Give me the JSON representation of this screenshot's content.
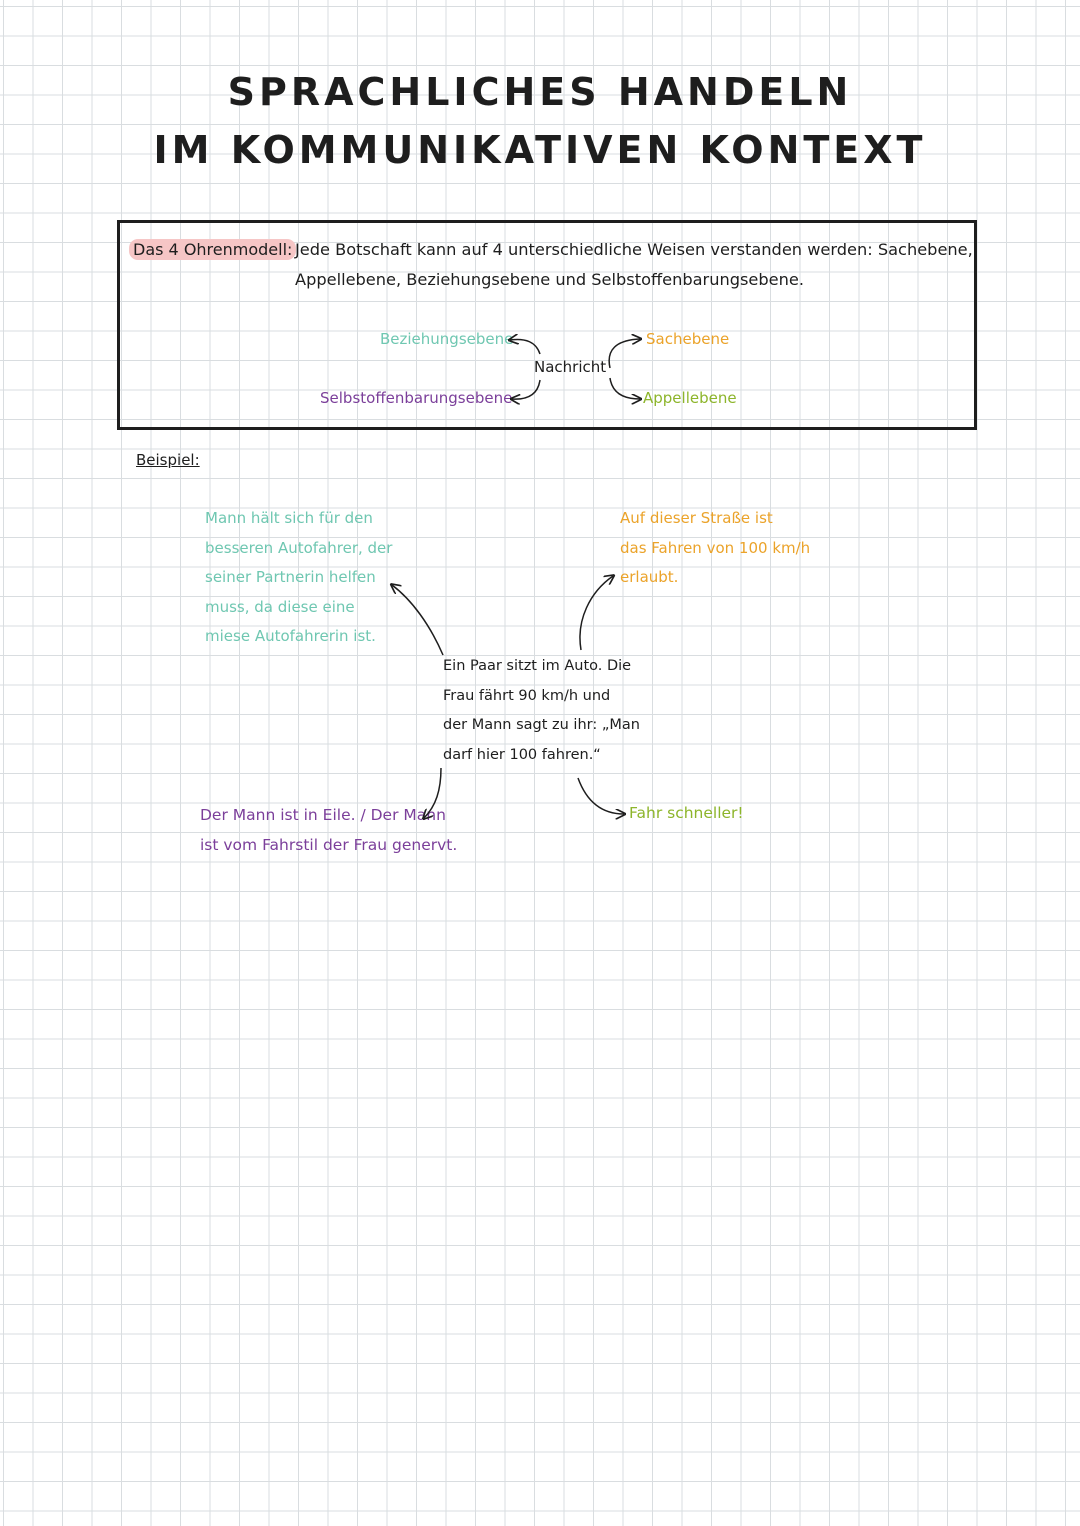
{
  "title": {
    "line1": "SPRACHLICHES HANDELN",
    "line2": "IM KOMMUNIKATIVEN KONTEXT"
  },
  "definition": {
    "term": "Das 4 Ohrenmodell:",
    "text_line1": "Jede Botschaft kann auf 4 unterschiedliche Weisen verstanden werden: Sachebene,",
    "text_line2": "Appellebene, Beziehungsebene und Selbstoffenbarungsebene."
  },
  "model_diagram": {
    "center": "Nachricht",
    "levels": {
      "beziehung": "Beziehungsebene",
      "selbstoffenbarung": "Selbstoffenbarungsebene",
      "sache": "Sachebene",
      "appell": "Appellebene"
    }
  },
  "example": {
    "label": "Beispiel:",
    "situation": [
      "Ein Paar sitzt im Auto. Die",
      "Frau fährt 90 km/h und",
      "der Mann sagt zu ihr: „Man",
      "darf hier 100 fahren.“"
    ],
    "beziehung": [
      "Mann hält sich für den",
      "besseren Autofahrer, der",
      "seiner Partnerin helfen",
      "muss, da diese eine",
      "miese Autofahrerin ist."
    ],
    "sache": [
      "Auf dieser Straße ist",
      "das Fahren von 100 km/h",
      "erlaubt."
    ],
    "selbstoffenbarung": [
      "Der Mann ist in Eile. / Der Mann",
      "ist vom Fahrstil der Frau genervt."
    ],
    "appell": "Fahr schneller!"
  },
  "colors": {
    "ink": "#1e1e1e",
    "highlight": "#f6c6c6",
    "beziehung": "#6fc7b1",
    "sache": "#eba32a",
    "appell": "#8db52b",
    "selbstoffenbarung": "#7b3f9a"
  }
}
